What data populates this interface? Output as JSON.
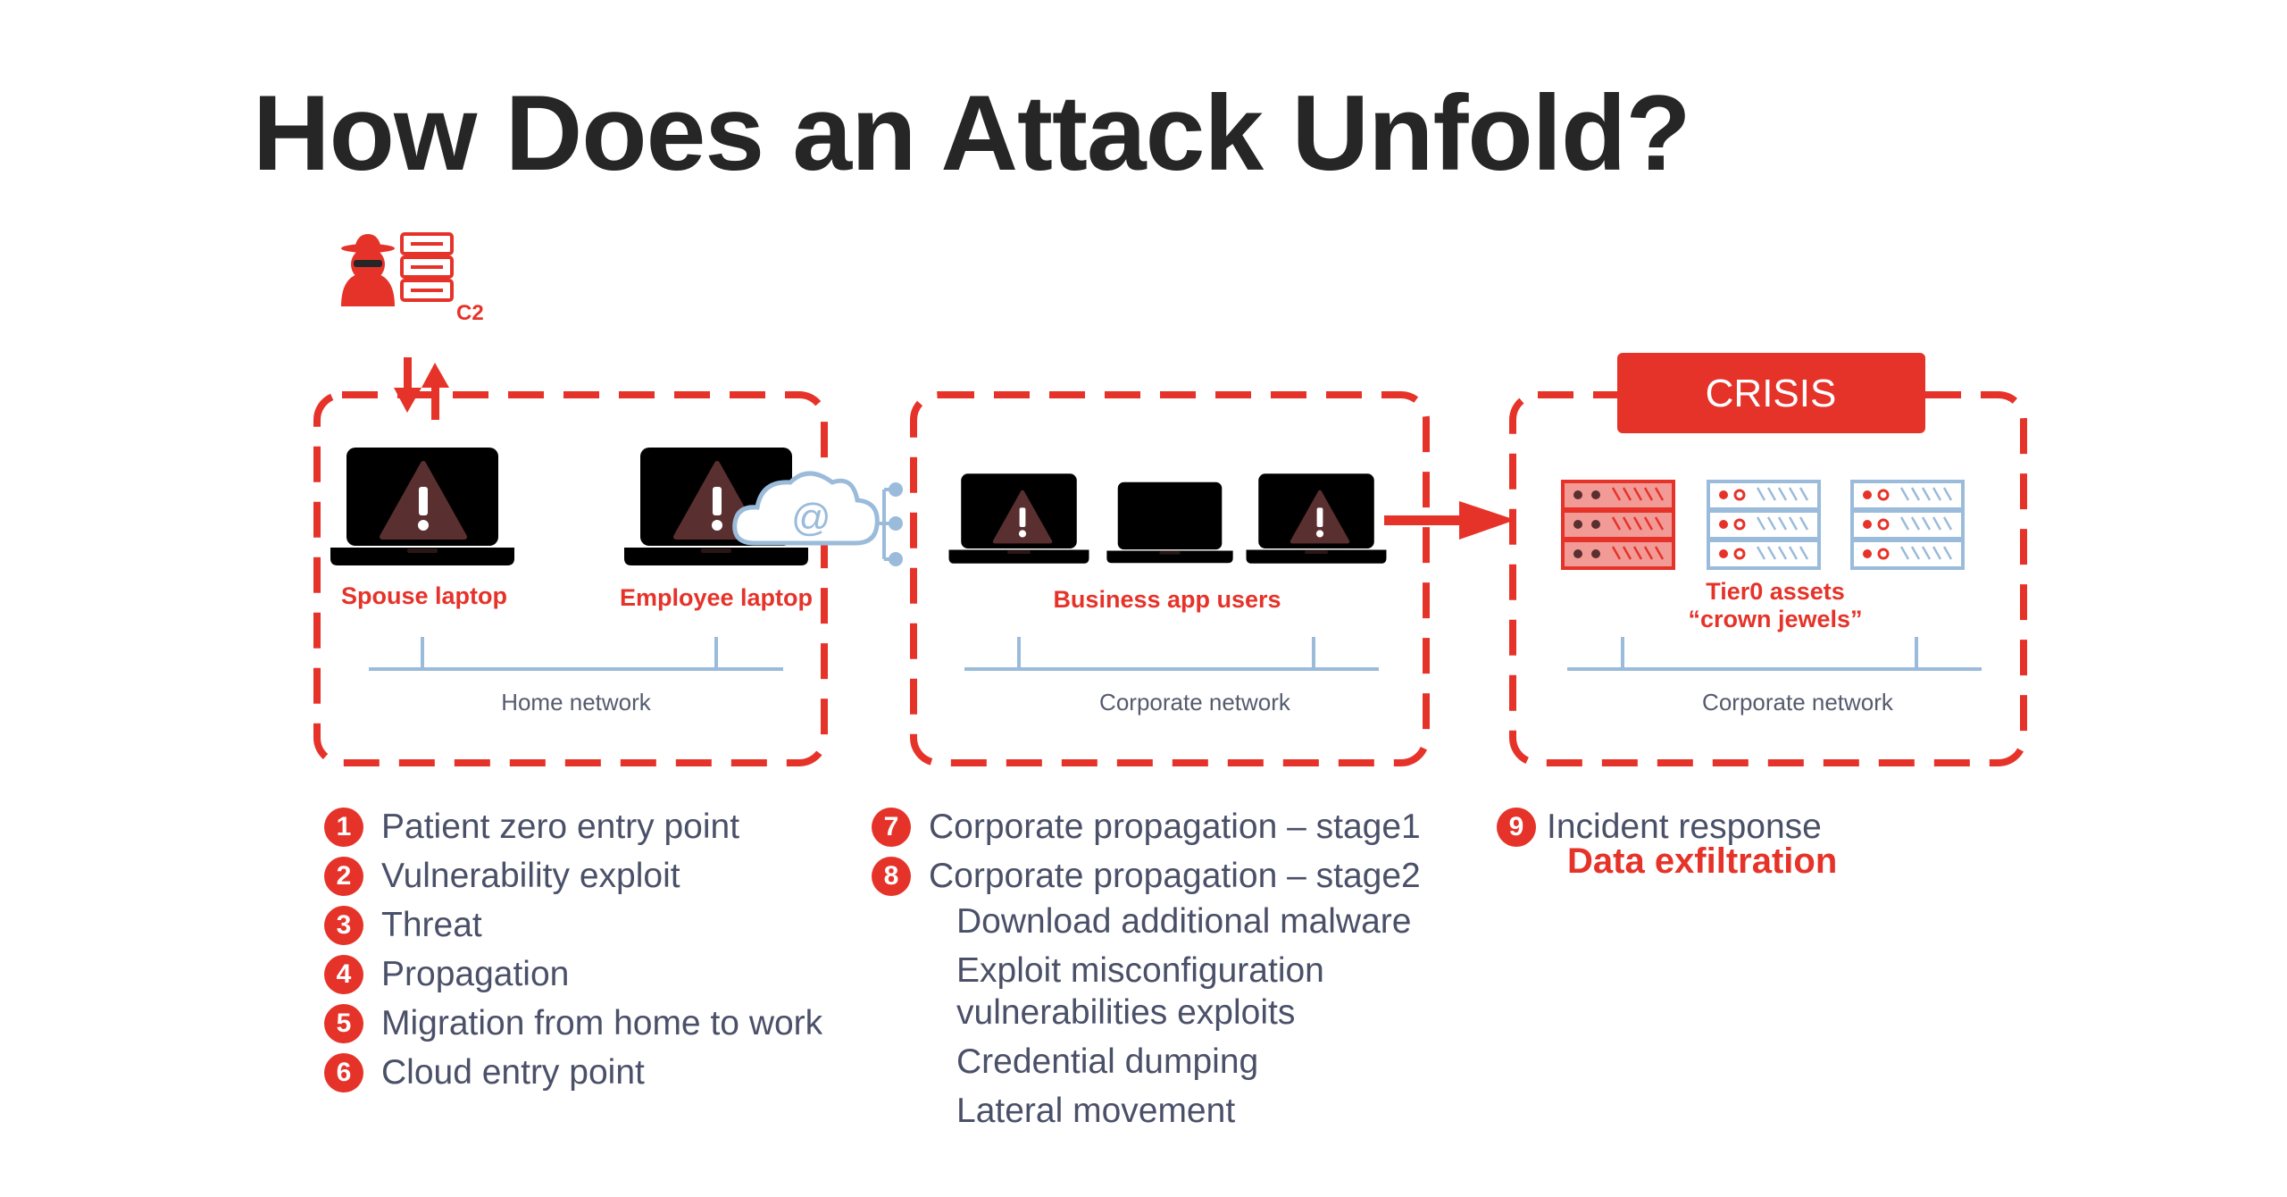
{
  "title": "How Does an Attack Unfold?",
  "colors": {
    "accent_red": "#e6332a",
    "laptop_infected": "#f29a96",
    "laptop_clean": "#ffffff",
    "network_line": "#9bbbdb",
    "text_gray": "#4a5068"
  },
  "attacker": {
    "c2_label": "C2",
    "icons": [
      "hacker-icon",
      "server-icon"
    ]
  },
  "panels": [
    {
      "network_label": "Home network",
      "devices": [
        {
          "label": "Spouse laptop",
          "state": "infected"
        },
        {
          "label": "Employee laptop",
          "state": "infected"
        }
      ],
      "cloud_symbol": "@"
    },
    {
      "network_label": "Corporate network",
      "group_label": "Business app users",
      "devices": [
        {
          "state": "infected"
        },
        {
          "state": "clean"
        },
        {
          "state": "infected"
        }
      ]
    },
    {
      "network_label": "Corporate network",
      "badge": "CRISIS",
      "asset_label_line1": "Tier0 assets",
      "asset_label_line2": "“crown jewels”",
      "servers": [
        {
          "state": "compromised"
        },
        {
          "state": "clean"
        },
        {
          "state": "clean"
        }
      ]
    }
  ],
  "steps_col1": [
    {
      "num": "1",
      "text": "Patient zero entry point"
    },
    {
      "num": "2",
      "text": "Vulnerability exploit"
    },
    {
      "num": "3",
      "text": "Threat"
    },
    {
      "num": "4",
      "text": "Propagation"
    },
    {
      "num": "5",
      "text": "Migration from home to work"
    },
    {
      "num": "6",
      "text": "Cloud entry point"
    }
  ],
  "steps_col2": [
    {
      "num": "7",
      "text": "Corporate propagation – stage1"
    },
    {
      "num": "8",
      "text": "Corporate propagation – stage2"
    }
  ],
  "stage2_details": [
    "Download additional malware",
    "Exploit misconfiguration vulnerabilities exploits",
    "Credential dumping",
    "Lateral movement"
  ],
  "steps_col3": [
    {
      "num": "9",
      "text": "Incident response"
    }
  ],
  "outcome": "Data exfiltration"
}
